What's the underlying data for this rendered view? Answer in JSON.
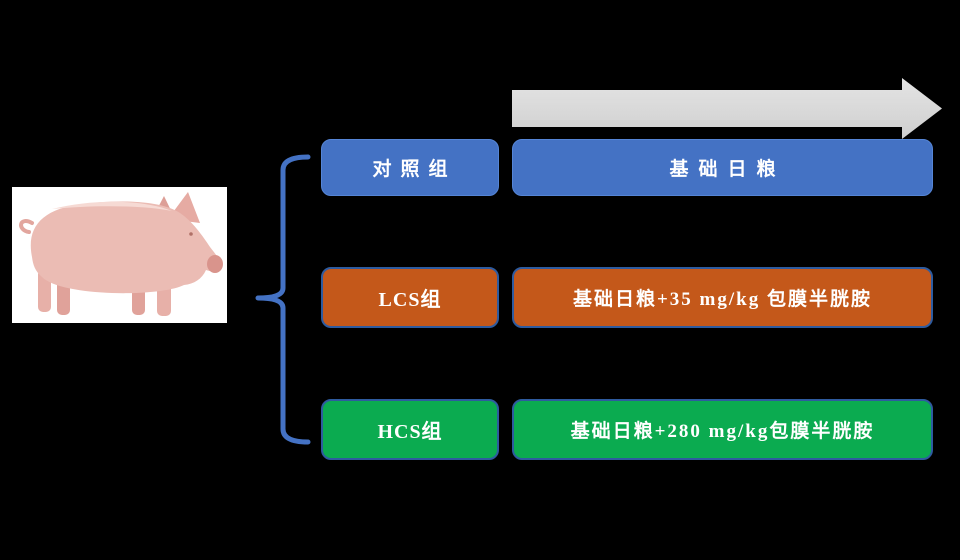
{
  "diagram": {
    "title": "pig-feeding-trial-grouping-diagram",
    "background_color": "#000000",
    "pig_image": {
      "description": "photo of a pig standing, facing right, on white background",
      "background": "#FFFFFF",
      "body_color": "#EBBCB4"
    },
    "timeline_arrow": {
      "direction": "right",
      "color": "#D9D9D9"
    },
    "brace": {
      "shape": "left curly brace linking pig to three groups",
      "color": "#4472C4"
    },
    "groups": [
      {
        "label": "对照组",
        "diet": "基础日粮",
        "fill": "#4472C4",
        "border": "#4472C4",
        "text_color": "#FFFFFF"
      },
      {
        "label": "LCS组",
        "diet": "基础日粮+35 mg/kg 包膜半胱胺",
        "fill": "#C4581A",
        "border": "#2E5B9F",
        "text_color": "#FFFFFF"
      },
      {
        "label": "HCS组",
        "diet": "基础日粮+280 mg/kg包膜半胱胺",
        "fill": "#0BAB50",
        "border": "#2E5B9F",
        "text_color": "#FFFFFF"
      }
    ]
  }
}
